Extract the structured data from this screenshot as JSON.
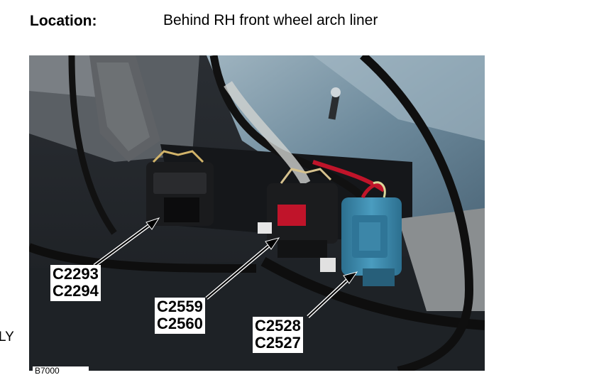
{
  "header": {
    "location_label": "Location:",
    "location_value": "Behind RH front wheel arch liner"
  },
  "margin_text": "LY",
  "photo": {
    "callouts": [
      {
        "line1": "C2293",
        "line2": "C2294"
      },
      {
        "line1": "C2559",
        "line2": "C2560"
      },
      {
        "line1": "C2528",
        "line2": "C2527"
      }
    ],
    "bottom_tag": "B7000"
  },
  "colors": {
    "body_panel": "#6d8a9c",
    "harness": "#111111",
    "connector_red": "#c0142a",
    "connector_blue": "#3c86a8"
  }
}
